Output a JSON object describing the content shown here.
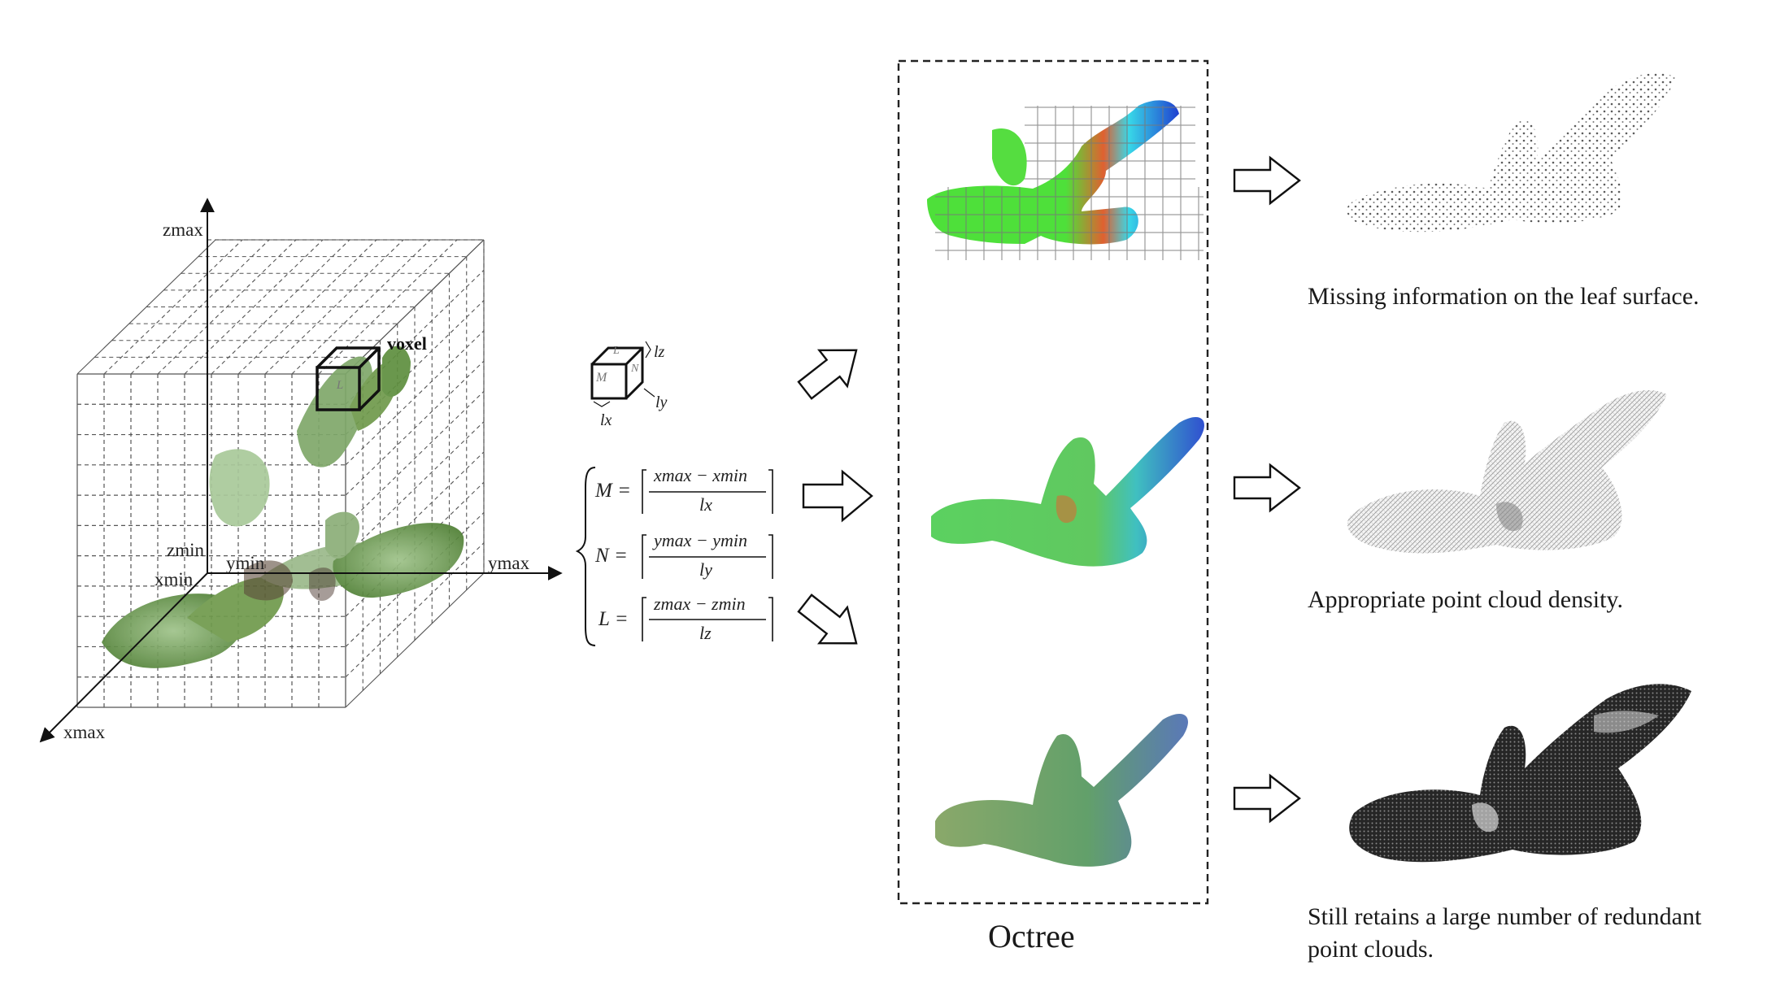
{
  "axes": {
    "z_max": "zmax",
    "y_max": "ymax",
    "x_max": "xmax",
    "z_min": "zmin",
    "y_min": "ymin",
    "x_min": "xmin"
  },
  "voxel_label": "voxel",
  "voxel_box": {
    "face_front": "M",
    "face_side": "N",
    "face_top": "L",
    "len_x": "lx",
    "len_y": "ly",
    "len_z": "lz"
  },
  "equations": [
    {
      "lhs": "M",
      "num": "xmax − xmin",
      "den": "lx"
    },
    {
      "lhs": "N",
      "num": "ymax − ymin",
      "den": "ly"
    },
    {
      "lhs": "L",
      "num": "zmax − zmin",
      "den": "lz"
    }
  ],
  "octree_label": "Octree",
  "captions": [
    "Missing information on the leaf surface.",
    "Appropriate point cloud density.",
    "Still retains a large number of redundant",
    "point clouds."
  ],
  "colors": {
    "leaf_green": "#5e8f3e",
    "grid_line": "#555555",
    "octree_green": "#4fd13a",
    "octree_blue": "#2a52d8",
    "point_dark": "#1a1a1a"
  }
}
